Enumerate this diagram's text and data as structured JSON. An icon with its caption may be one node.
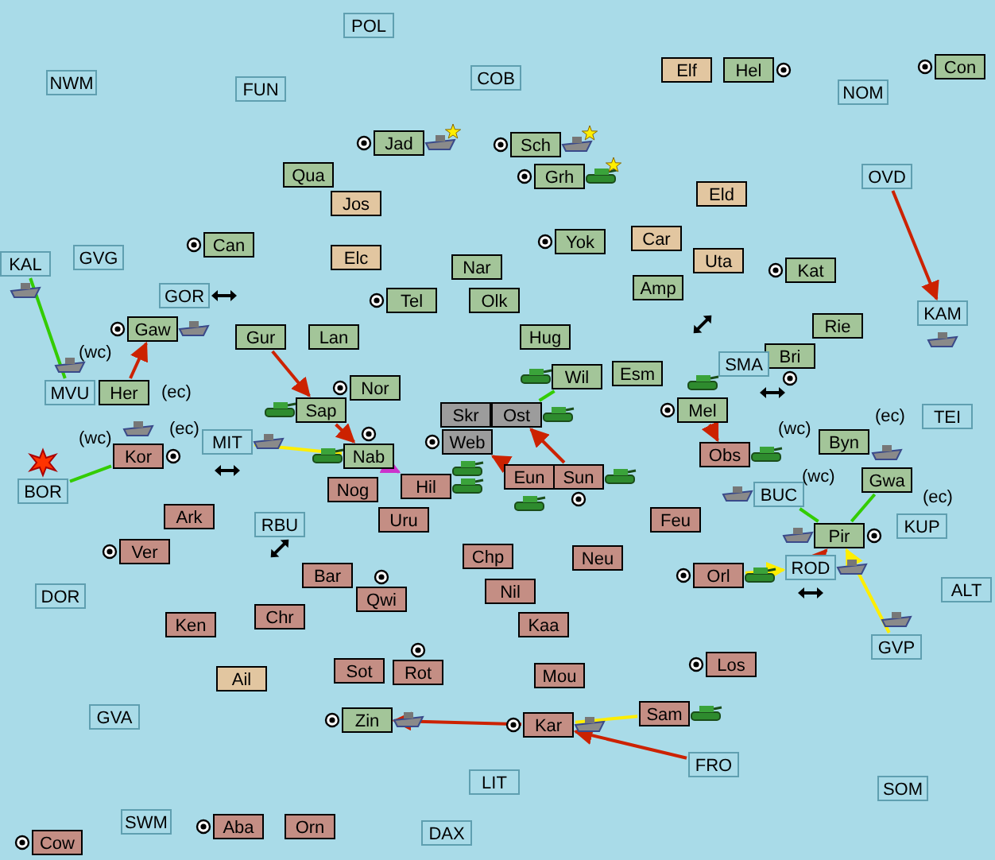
{
  "diagram": {
    "nodes": [
      {
        "text": [
          "POL"
        ]
      },
      {
        "text": [
          "Elf"
        ]
      },
      {
        "text": [
          "Hel"
        ]
      },
      {
        "text": [
          "Con"
        ]
      },
      {
        "text": [
          "COB"
        ]
      },
      {
        "text": [
          "NWM"
        ]
      },
      {
        "text": [
          "FUN"
        ]
      },
      {
        "text": [
          "NOM"
        ]
      },
      {
        "text": [
          "Jad"
        ]
      },
      {
        "text": [
          "Sch"
        ]
      },
      {
        "text": [
          "Grh"
        ]
      },
      {
        "text": [
          "Qua"
        ]
      },
      {
        "text": [
          "OVD"
        ]
      },
      {
        "text": [
          "Eld"
        ]
      },
      {
        "text": [
          "Jos"
        ]
      },
      {
        "text": [
          "Car"
        ]
      },
      {
        "text": [
          "Yok"
        ]
      },
      {
        "text": [
          "Can"
        ]
      },
      {
        "text": [
          "Elc"
        ]
      },
      {
        "text": [
          "GVG"
        ]
      },
      {
        "text": [
          "Uta"
        ]
      },
      {
        "text": [
          "KAL"
        ]
      },
      {
        "text": [
          "Nar"
        ]
      },
      {
        "text": [
          "Kat"
        ]
      },
      {
        "text": [
          "GOR"
        ]
      },
      {
        "text": [
          "Amp"
        ]
      },
      {
        "text": [
          "Tel"
        ]
      },
      {
        "text": [
          "Olk"
        ]
      },
      {
        "text": [
          "KAM"
        ]
      },
      {
        "text": [
          "Rie"
        ]
      },
      {
        "text": [
          "Gaw"
        ]
      },
      {
        "text": [
          "Gur"
        ]
      },
      {
        "text": [
          "Lan"
        ]
      },
      {
        "text": [
          "Hug"
        ]
      },
      {
        "text": [
          "Bri"
        ]
      },
      {
        "text": [
          "SMA"
        ]
      },
      {
        "text": [
          "Esm"
        ]
      },
      {
        "text": [
          "Wil"
        ]
      },
      {
        "text": [
          "MVU"
        ]
      },
      {
        "text": [
          "Her"
        ]
      },
      {
        "text": [
          "Nor"
        ]
      },
      {
        "text": [
          "Sap"
        ]
      },
      {
        "text": [
          "Skr"
        ]
      },
      {
        "text": [
          "Ost"
        ]
      },
      {
        "text": [
          "Mel"
        ]
      },
      {
        "text": [
          "TEI"
        ]
      },
      {
        "text": [
          "MIT"
        ]
      },
      {
        "text": [
          "Byn"
        ]
      },
      {
        "text": [
          "Web"
        ]
      },
      {
        "text": [
          "Obs"
        ]
      },
      {
        "text": [
          "Kor"
        ]
      },
      {
        "text": [
          "Nab"
        ]
      },
      {
        "text": [
          "Eun"
        ]
      },
      {
        "text": [
          "Sun"
        ]
      },
      {
        "text": [
          "Hil"
        ]
      },
      {
        "text": [
          "Nog"
        ]
      },
      {
        "text": [
          "BOR"
        ]
      },
      {
        "text": [
          "Gwa"
        ]
      },
      {
        "text": [
          "BUC"
        ]
      },
      {
        "text": [
          "Ark"
        ]
      },
      {
        "text": [
          "Uru"
        ]
      },
      {
        "text": [
          "Feu"
        ]
      },
      {
        "text": [
          "RBU"
        ]
      },
      {
        "text": [
          "KUP"
        ]
      },
      {
        "text": [
          "Pir"
        ]
      },
      {
        "text": [
          "Ver"
        ]
      },
      {
        "text": [
          "Chp"
        ]
      },
      {
        "text": [
          "Neu"
        ]
      },
      {
        "text": [
          "ROD"
        ]
      },
      {
        "text": [
          "Orl"
        ]
      },
      {
        "text": [
          "Bar"
        ]
      },
      {
        "text": [
          "ALT"
        ]
      },
      {
        "text": [
          "DOR"
        ]
      },
      {
        "text": [
          "Nil"
        ]
      },
      {
        "text": [
          "Qwi"
        ]
      },
      {
        "text": [
          "Chr"
        ]
      },
      {
        "text": [
          "Ken"
        ]
      },
      {
        "text": [
          "Kaa"
        ]
      },
      {
        "text": [
          "GVP"
        ]
      },
      {
        "text": [
          "Los"
        ]
      },
      {
        "text": [
          "Sot"
        ]
      },
      {
        "text": [
          "Rot"
        ]
      },
      {
        "text": [
          "Mou"
        ]
      },
      {
        "text": [
          "Ail"
        ]
      },
      {
        "text": [
          "Sam"
        ]
      },
      {
        "text": [
          "GVA"
        ]
      },
      {
        "text": [
          "Zin"
        ]
      },
      {
        "text": [
          "Kar"
        ]
      },
      {
        "text": [
          "FRO"
        ]
      },
      {
        "text": [
          "LIT"
        ]
      },
      {
        "text": [
          "SOM"
        ]
      },
      {
        "text": [
          "SWM"
        ]
      },
      {
        "text": [
          "Aba"
        ]
      },
      {
        "text": [
          "Orn"
        ]
      },
      {
        "text": [
          "DAX"
        ]
      },
      {
        "text": [
          "Cow"
        ]
      }
    ],
    "edges": [
      {
        "from": 12,
        "to": 28,
        "arrow": "to"
      },
      {
        "from": 21,
        "to": 38,
        "arrow": "none",
        "color": "#33cc00"
      },
      {
        "from": 39,
        "to": 30,
        "arrow": "to"
      },
      {
        "from": 31,
        "to": 41,
        "arrow": "to"
      },
      {
        "from": 41,
        "to": 51,
        "arrow": "to"
      },
      {
        "from": 46,
        "to": 51,
        "arrow": "none",
        "color": "#ffee00"
      },
      {
        "from": 51,
        "to": 54,
        "arrow": "to",
        "color": "#cc33cc"
      },
      {
        "from": 52,
        "to": 48,
        "arrow": "to"
      },
      {
        "from": 37,
        "to": 43,
        "arrow": "none",
        "color": "#33cc00"
      },
      {
        "from": 53,
        "to": 43,
        "arrow": "to"
      },
      {
        "from": 44,
        "to": 49,
        "arrow": "to"
      },
      {
        "from": 50,
        "to": 56,
        "arrow": "none",
        "color": "#33cc00"
      },
      {
        "from": 58,
        "to": 64,
        "arrow": "none",
        "color": "#33cc00"
      },
      {
        "from": 57,
        "to": 64,
        "arrow": "none",
        "color": "#33cc00"
      },
      {
        "from": 69,
        "to": 68,
        "arrow": "to",
        "color": "#ffee00"
      },
      {
        "from": 68,
        "to": 64,
        "arrow": "to"
      },
      {
        "from": 78,
        "to": 64,
        "arrow": "to",
        "color": "#ffee00"
      },
      {
        "from": 88,
        "to": 87,
        "arrow": "to"
      },
      {
        "from": 87,
        "to": 86,
        "arrow": "to"
      },
      {
        "from": 84,
        "to": 87,
        "arrow": "none",
        "color": "#ffee00"
      }
    ],
    "labels": [
      "(wc)",
      "(ec)",
      "(ec)",
      "(ec)",
      "(wc)",
      "(wc)",
      "(wc)",
      "(ec)"
    ]
  }
}
